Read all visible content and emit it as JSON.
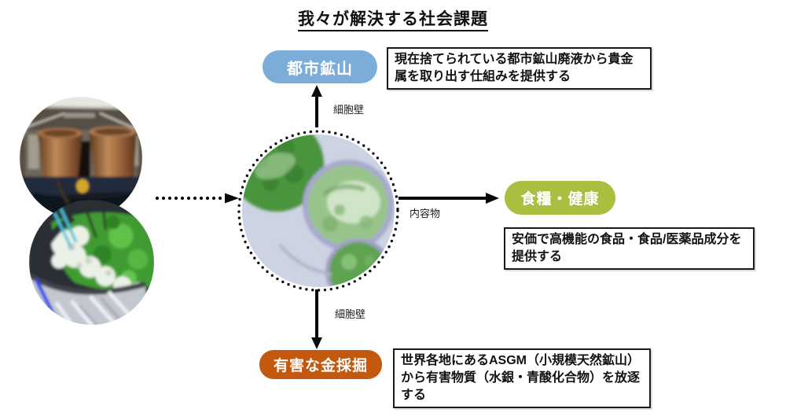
{
  "title": "我々が解決する社会課題",
  "nodes": {
    "urban": {
      "label": "都市鉱山",
      "color": "#7badd8",
      "desc": "現在捨てられている都市鉱山廃液から貴金属を取り出す仕組みを提供する"
    },
    "food": {
      "label": "食糧・健康",
      "color": "#a9bf3f",
      "desc": "安価で高機能の食品・食品/医薬品成分を提供する"
    },
    "gold": {
      "label": "有害な金採掘",
      "color": "#c2590f",
      "desc": "世界各地にあるASGM（小規模天然鉱山）から有害物質（水銀・青酸化合物）を放逐する"
    }
  },
  "edges": {
    "cell_to_urban": "細胞壁",
    "cell_to_food": "内容物",
    "cell_to_gold": "細胞壁"
  },
  "images": {
    "center": "micrograph-algae-cells",
    "photo_top": "photo-brewing-tanks",
    "photo_bottom": "photo-algae-culture"
  }
}
